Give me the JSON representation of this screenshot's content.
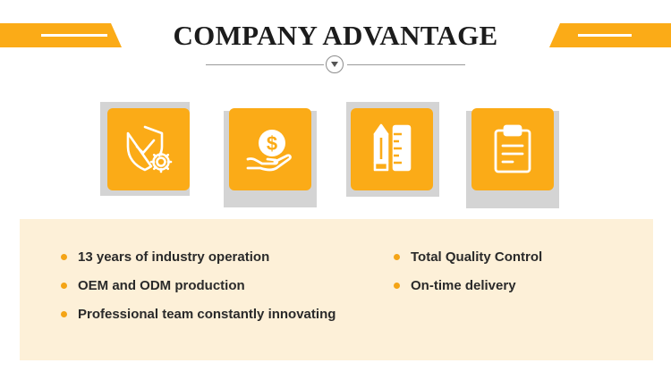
{
  "header": {
    "title": "COMPANY ADVANTAGE"
  },
  "colors": {
    "accent": "#fbab17",
    "panel_background": "#fdf0d8",
    "tile_shadow": "#d4d4d4"
  },
  "icons": [
    "shield-check-gear-icon",
    "hand-dollar-coin-icon",
    "pencil-ruler-icon",
    "clipboard-icon"
  ],
  "features": {
    "left": [
      "13 years of industry operation",
      "OEM and ODM production",
      "Professional team constantly innovating"
    ],
    "right": [
      "Total Quality Control",
      "On-time delivery"
    ]
  }
}
